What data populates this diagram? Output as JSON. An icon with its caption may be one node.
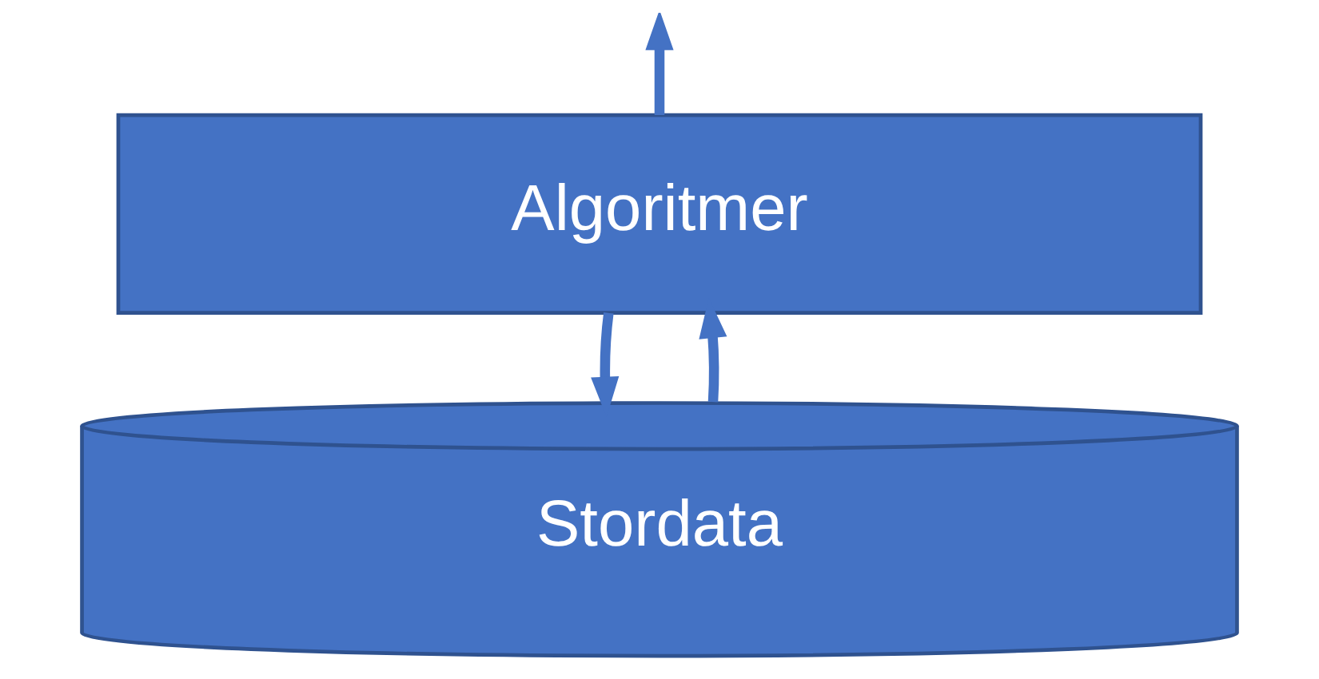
{
  "diagram": {
    "nodes": [
      {
        "text": [
          "Algoritmer"
        ]
      },
      {
        "text": [
          "Stordata"
        ]
      }
    ],
    "edges": [
      {
        "from": 0,
        "to": null,
        "arrow": "to"
      },
      {
        "from": 0,
        "to": 1,
        "arrow": "to"
      },
      {
        "from": 1,
        "to": 0,
        "arrow": "to"
      }
    ]
  }
}
